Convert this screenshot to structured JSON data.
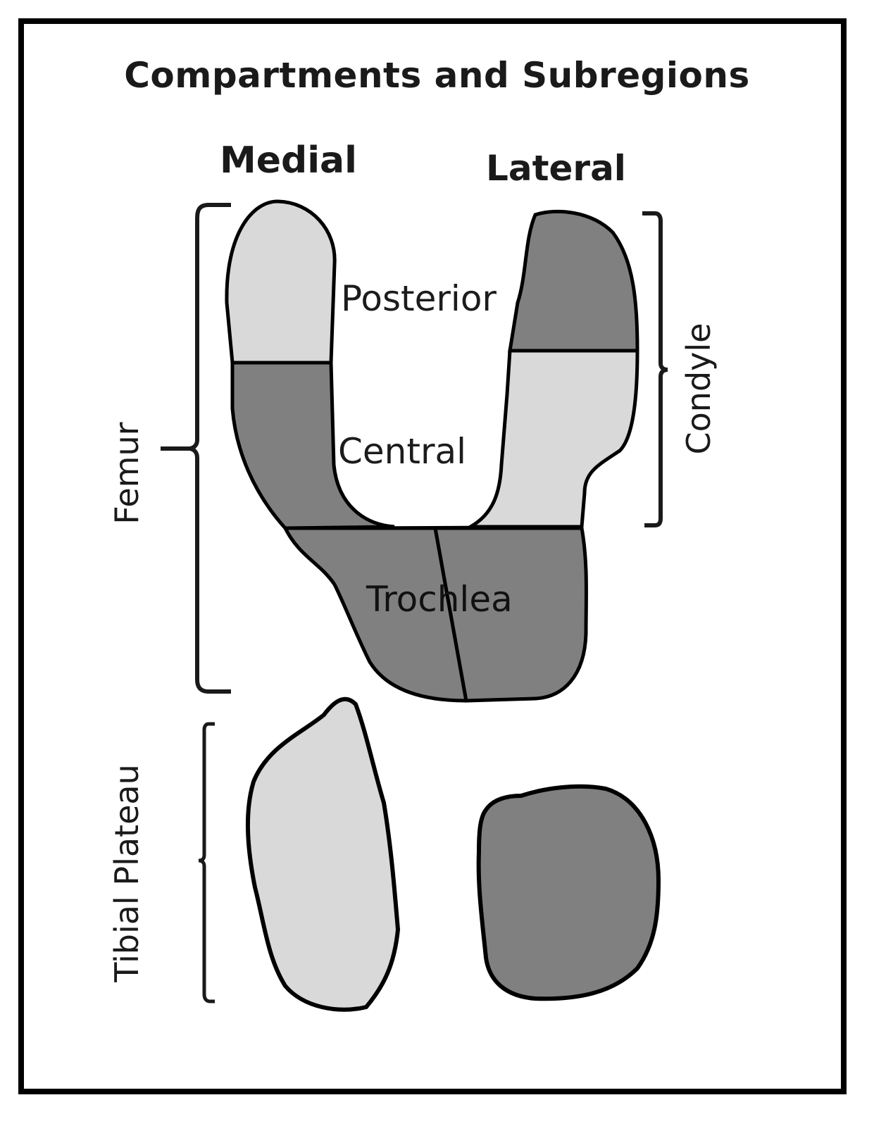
{
  "title": "Compartments and Subregions",
  "columns": {
    "medial": "Medial",
    "lateral": "Lateral"
  },
  "regions": {
    "posterior": "Posterior",
    "central": "Central",
    "trochlea": "Trochlea"
  },
  "brackets": {
    "femur": "Femur",
    "condyle": "Condyle",
    "tibial_plateau": "Tibial Plateau"
  },
  "colors": {
    "light_gray": "#d9d9d9",
    "dark_gray": "#808080",
    "outline": "#000000"
  }
}
